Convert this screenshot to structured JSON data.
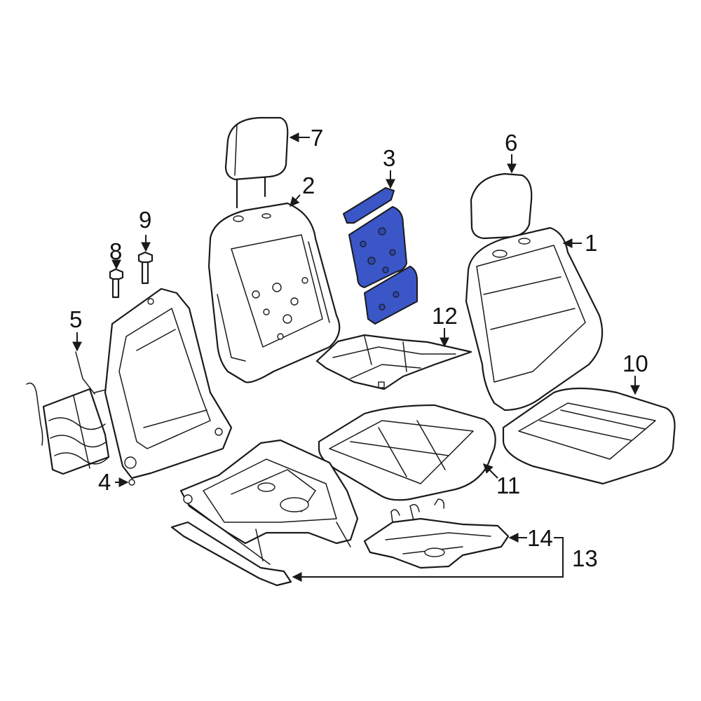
{
  "diagram": {
    "highlight_color": "#3a56c7",
    "line_color": "#1a1a1a",
    "callouts": [
      "1",
      "2",
      "3",
      "4",
      "5",
      "6",
      "7",
      "8",
      "9",
      "10",
      "11",
      "12",
      "13",
      "14"
    ]
  }
}
